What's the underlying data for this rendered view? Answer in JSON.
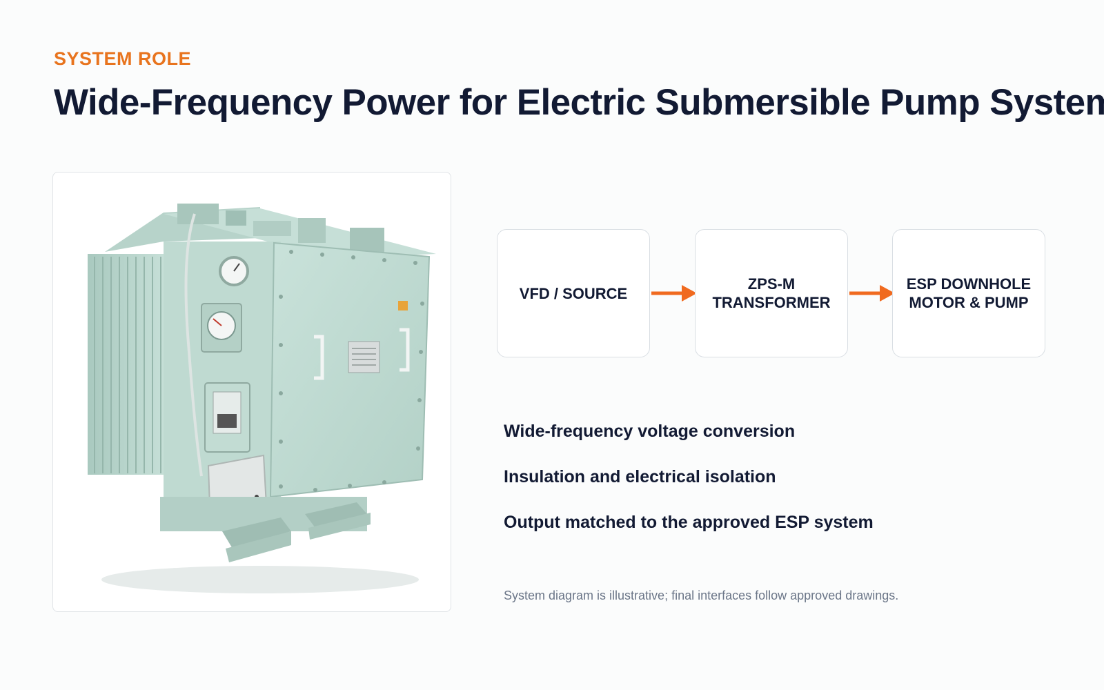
{
  "header": {
    "eyebrow": "SYSTEM ROLE",
    "title": "Wide-Frequency Power for Electric Submersible Pump Systems"
  },
  "flow": {
    "steps": [
      {
        "label": "VFD / SOURCE"
      },
      {
        "label": "ZPS-M\nTRANSFORMER"
      },
      {
        "label": "ESP DOWNHOLE\nMOTOR & PUMP"
      }
    ],
    "arrow_color": "#f06a1f"
  },
  "features": [
    "Wide-frequency voltage conversion",
    "Insulation and electrical isolation",
    "Output matched to the approved ESP system"
  ],
  "footnote": "System diagram is illustrative; final interfaces follow approved drawings.",
  "colors": {
    "accent": "#e8741e",
    "text_primary": "#121a33",
    "text_muted": "#6b7688",
    "transformer_body": "#bcd8cf"
  }
}
